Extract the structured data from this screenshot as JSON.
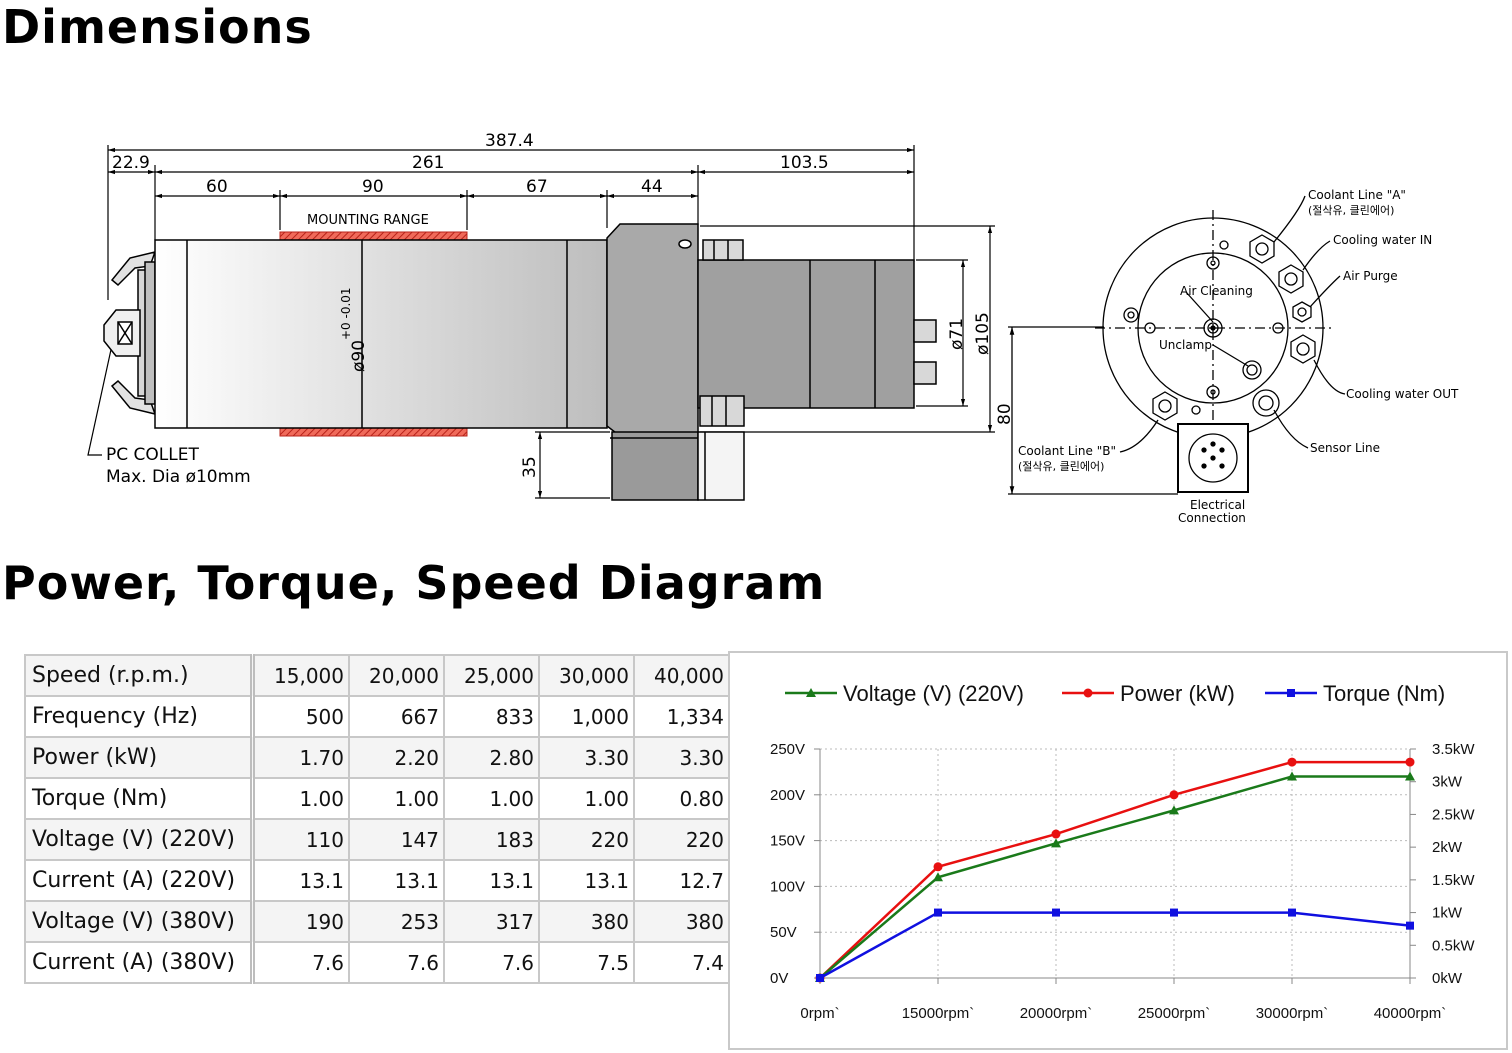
{
  "sections": {
    "dimensions_title": "Dimensions",
    "diagram_title": "Power, Torque, Speed Diagram"
  },
  "drawing": {
    "dims": {
      "overall": "387.4",
      "d229": "22.9",
      "d261": "261",
      "d1035": "103.5",
      "d60": "60",
      "d90": "90",
      "d67": "67",
      "d44": "44",
      "d35": "35",
      "d80": "80",
      "dia71": "ø71",
      "dia105": "ø105",
      "dia90": "ø90",
      "tol": "+0 -0.01"
    },
    "mounting_range": "MOUNTING RANGE",
    "collet_line1": "PC COLLET",
    "collet_line2": "Max. Dia ø10mm",
    "labels": {
      "coolant_a": "Coolant Line \"A\"",
      "coolant_a_sub": "(절삭유, 클린에어)",
      "cooling_in": "Cooling water IN",
      "air_purge": "Air Purge",
      "air_cleaning": "Air Cleaning",
      "unclamp": "Unclamp",
      "cooling_out": "Cooling water OUT",
      "coolant_b": "Coolant Line \"B\"",
      "coolant_b_sub": "(절삭유, 클린에어)",
      "sensor_line": "Sensor Line",
      "electrical_1": "Electrical",
      "electrical_2": "Connection"
    }
  },
  "table": {
    "rows": [
      {
        "label": "Speed (r.p.m.)",
        "values": [
          "15,000",
          "20,000",
          "25,000",
          "30,000",
          "40,000"
        ]
      },
      {
        "label": "Frequency (Hz)",
        "values": [
          "500",
          "667",
          "833",
          "1,000",
          "1,334"
        ]
      },
      {
        "label": "Power (kW)",
        "values": [
          "1.70",
          "2.20",
          "2.80",
          "3.30",
          "3.30"
        ]
      },
      {
        "label": "Torque (Nm)",
        "values": [
          "1.00",
          "1.00",
          "1.00",
          "1.00",
          "0.80"
        ]
      },
      {
        "label": "Voltage (V) (220V)",
        "values": [
          "110",
          "147",
          "183",
          "220",
          "220"
        ]
      },
      {
        "label": "Current (A) (220V)",
        "values": [
          "13.1",
          "13.1",
          "13.1",
          "13.1",
          "12.7"
        ]
      },
      {
        "label": "Voltage (V) (380V)",
        "values": [
          "190",
          "253",
          "317",
          "380",
          "380"
        ]
      },
      {
        "label": "Current (A) (380V)",
        "values": [
          "7.6",
          "7.6",
          "7.6",
          "7.5",
          "7.4"
        ]
      }
    ]
  },
  "chart_data": {
    "type": "line",
    "categories": [
      "0rpm`",
      "15000rpm`",
      "20000rpm`",
      "25000rpm`",
      "30000rpm`",
      "40000rpm`"
    ],
    "series": [
      {
        "name": "Voltage (V) (220V)",
        "axis": "left",
        "color": "#1a7a1a",
        "marker": "triangle",
        "values": [
          0,
          110,
          147,
          183,
          220,
          220
        ]
      },
      {
        "name": "Power (kW)",
        "axis": "right",
        "color": "#e81010",
        "marker": "circle",
        "values": [
          0,
          1.7,
          2.2,
          2.8,
          3.3,
          3.3
        ]
      },
      {
        "name": "Torque (Nm)",
        "axis": "right",
        "color": "#1010e0",
        "marker": "square",
        "values": [
          0,
          1.0,
          1.0,
          1.0,
          1.0,
          0.8
        ]
      }
    ],
    "y_left": {
      "min": 0,
      "max": 250,
      "step": 50,
      "ticks": [
        "0V",
        "50V",
        "100V",
        "150V",
        "200V",
        "250V"
      ]
    },
    "y_right": {
      "min": 0,
      "max": 3.5,
      "step": 0.5,
      "ticks": [
        "0kW",
        "0.5kW",
        "1kW",
        "1.5kW",
        "2kW",
        "2.5kW",
        "3kW",
        "3.5kW"
      ]
    },
    "grid": "dotted",
    "legend": "top"
  }
}
